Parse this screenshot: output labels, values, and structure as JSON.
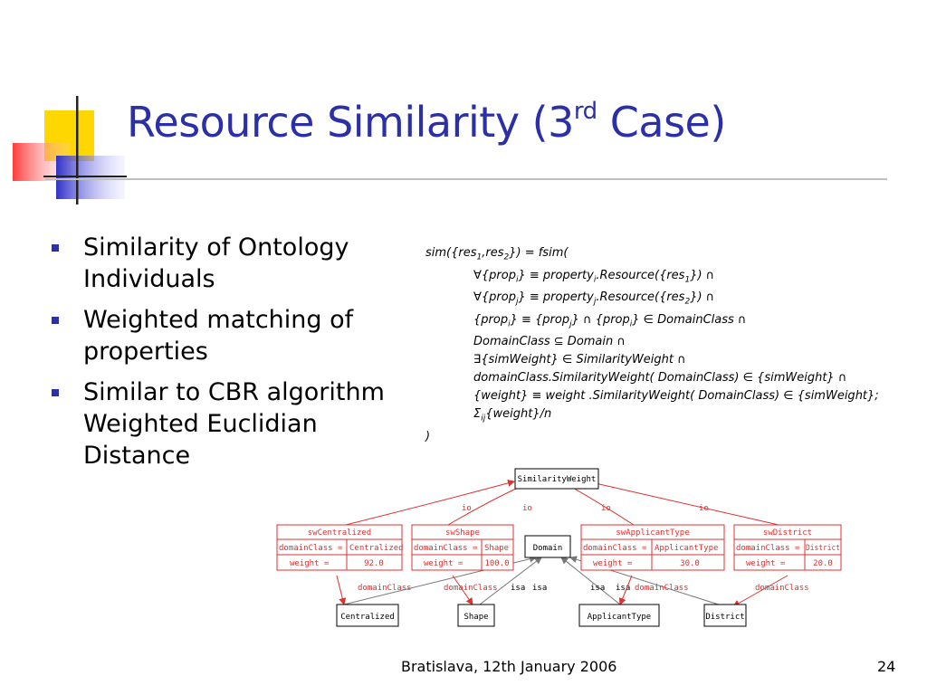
{
  "title": {
    "main": "Resource Similarity (3",
    "sup": "rd",
    "tail": " Case)"
  },
  "bullets": [
    "Similarity of Ontology Individuals",
    "Weighted matching of properties",
    "Similar to CBR algorithm Weighted Euclidian Distance"
  ],
  "formula": {
    "line1": [
      "sim({res",
      "1",
      ",res",
      "2",
      "}) = fsim("
    ],
    "line2": [
      "∀{prop",
      "i",
      "} ≡ property",
      "i",
      ".Resource({res",
      "1",
      "}) ∩"
    ],
    "line3": [
      "∀{prop",
      "j",
      "} ≡ property",
      "j",
      ".Resource({res",
      "2",
      "}) ∩"
    ],
    "line4": [
      "{prop",
      "i",
      "} ≡ {prop",
      "j",
      "} ∩ {prop",
      "i",
      "} ∈ DomainClass ∩"
    ],
    "line5": "DomainClass ⊆ Domain ∩",
    "line6": "∃{simWeight} ∈ SimilarityWeight ∩",
    "line7": "domainClass.SimilarityWeight( DomainClass) ∈ {simWeight} ∩",
    "line8": "{weight} ≡ weight .SimilarityWeight( DomainClass) ∈ {simWeight};",
    "line9": [
      "Σ",
      "ij",
      "{weight}/n"
    ],
    "line10": ")"
  },
  "diagram": {
    "top_node": "SimilarityWeight",
    "domain_node": "Domain",
    "records": [
      {
        "name": "swCentralized",
        "field1": "domainClass =",
        "value1": "Centralized",
        "field2": "weight =",
        "value2": "92.0"
      },
      {
        "name": "swShape",
        "field1": "domainClass =",
        "value1": "Shape",
        "field2": "weight =",
        "value2": "100.0"
      },
      {
        "name": "swApplicantType",
        "field1": "domainClass =",
        "value1": "ApplicantType",
        "field2": "weight =",
        "value2": "30.0"
      },
      {
        "name": "swDistrict",
        "field1": "domainClass =",
        "value1": "District",
        "field2": "weight =",
        "value2": "20.0"
      }
    ],
    "bottom_nodes": [
      "Centralized",
      "Shape",
      "ApplicantType",
      "District"
    ],
    "edge_labels": {
      "io": "io",
      "isa": "isa",
      "domainClass": "domainClass"
    },
    "colors": {
      "record": "#e03030",
      "node": "#000000",
      "edge": "#7a7a7a"
    }
  },
  "footer": {
    "left": "Bratislava, 12th January 2006",
    "right": "24"
  },
  "colors": {
    "title": "#2b2fa8",
    "bullet": "#2b2fa8",
    "logo_yellow": "#ffd700",
    "logo_red": "#ff5050",
    "logo_blue": "#3535c8"
  }
}
